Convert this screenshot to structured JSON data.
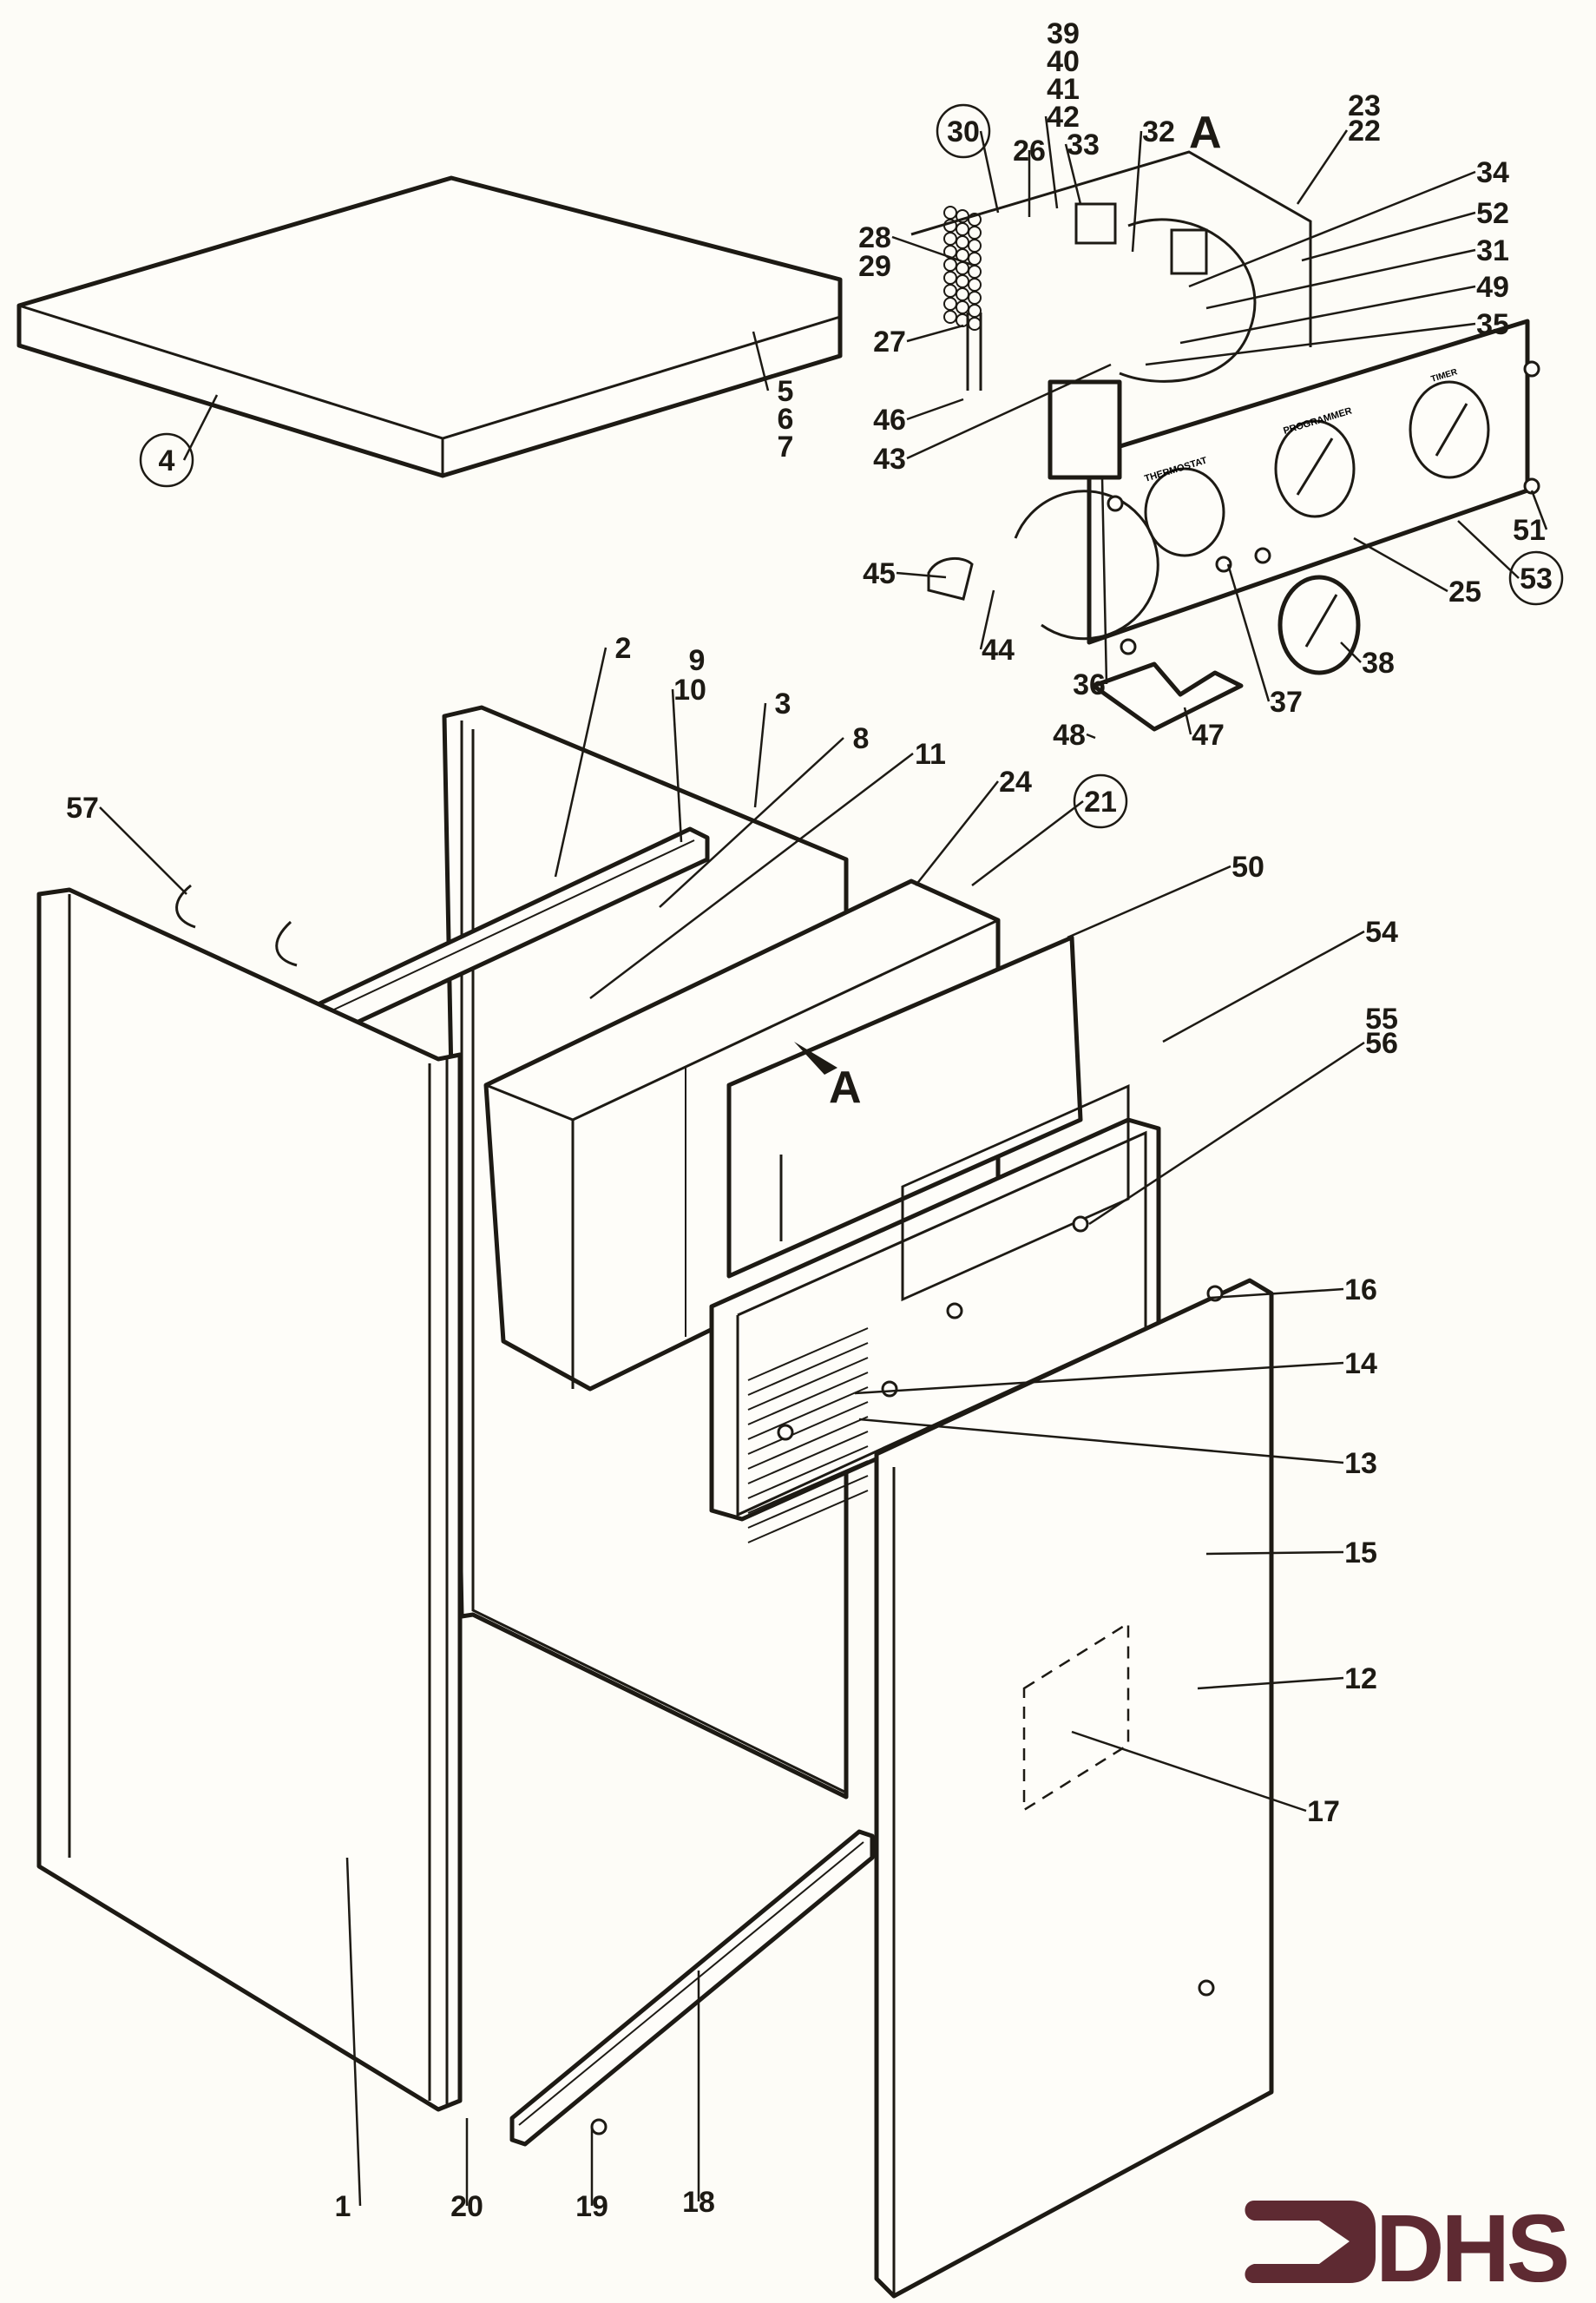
{
  "title": "Exploded parts diagram – appliance cabinet and control panel",
  "brand": {
    "logo_text": "DHS",
    "color": "#5e2a32"
  },
  "detail_marker": "A",
  "part_labels": {
    "p1": "1",
    "p2": "2",
    "p3": "3",
    "p4": "4",
    "p5": "5",
    "p6": "6",
    "p7": "7",
    "p8": "8",
    "p9": "9",
    "p10": "10",
    "p11": "11",
    "p12": "12",
    "p13": "13",
    "p14": "14",
    "p15": "15",
    "p16": "16",
    "p17": "17",
    "p18": "18",
    "p19": "19",
    "p20": "20",
    "p21": "21",
    "p22": "22",
    "p23": "23",
    "p24": "24",
    "p25": "25",
    "p26": "26",
    "p27": "27",
    "p28": "28",
    "p29": "29",
    "p30": "30",
    "p31": "31",
    "p32": "32",
    "p33": "33",
    "p34": "34",
    "p35": "35",
    "p36": "36",
    "p37": "37",
    "p38": "38",
    "p39": "39",
    "p40": "40",
    "p41": "41",
    "p42": "42",
    "p43": "43",
    "p44": "44",
    "p45": "45",
    "p46": "46",
    "p47": "47",
    "p48": "48",
    "p49": "49",
    "p50": "50",
    "p51": "51",
    "p52": "52",
    "p53": "53",
    "p54": "54",
    "p55": "55",
    "p56": "56",
    "p57": "57"
  },
  "circled_parts": [
    "4",
    "21",
    "30",
    "53"
  ],
  "panel_captions": {
    "thermostat": "THERMOSTAT",
    "programmer": "PROGRAMMER",
    "timer": "TIMER"
  }
}
